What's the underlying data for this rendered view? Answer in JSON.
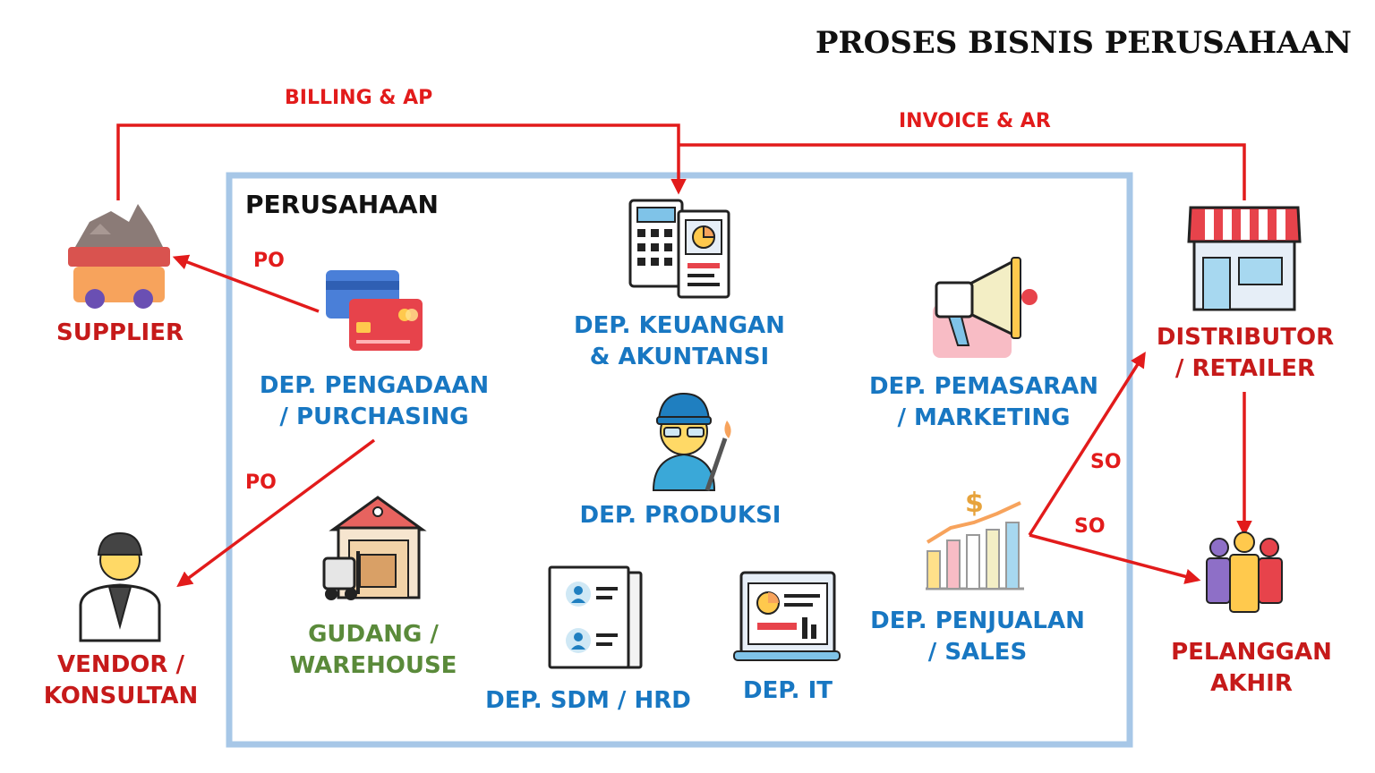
{
  "title": "PROSES BISNIS PERUSAHAAN",
  "company": {
    "label": "PERUSAHAAN"
  },
  "nodes": {
    "supplier": {
      "label": "SUPPLIER",
      "icon": "ore-cart-icon"
    },
    "vendor": {
      "line1": "VENDOR /",
      "line2": "KONSULTAN",
      "icon": "consultant-person-icon"
    },
    "distributor": {
      "line1": "DISTRIBUTOR",
      "line2": "/ RETAILER",
      "icon": "storefront-icon"
    },
    "customer": {
      "line1": "PELANGGAN",
      "line2": "AKHIR",
      "icon": "people-group-icon"
    },
    "purchasing": {
      "line1": "DEP. PENGADAAN",
      "line2": "/ PURCHASING",
      "icon": "credit-cards-icon"
    },
    "finance": {
      "line1": "DEP. KEUANGAN",
      "line2": "& AKUNTANSI",
      "icon": "calculator-report-icon"
    },
    "marketing": {
      "line1": "DEP. PEMASARAN",
      "line2": "/ MARKETING",
      "icon": "megaphone-icon"
    },
    "production": {
      "label": "DEP. PRODUKSI",
      "icon": "welder-worker-icon"
    },
    "warehouse": {
      "line1": "GUDANG /",
      "line2": "WAREHOUSE",
      "icon": "warehouse-forklift-icon"
    },
    "sales": {
      "line1": "DEP. PENJUALAN",
      "line2": "/ SALES",
      "icon": "growth-chart-icon"
    },
    "hrd": {
      "label": "DEP. SDM / HRD",
      "icon": "employee-documents-icon"
    },
    "it": {
      "label": "DEP. IT",
      "icon": "laptop-dashboard-icon"
    }
  },
  "edges": {
    "billing_ap": "BILLING & AP",
    "invoice_ar": "INVOICE & AR",
    "po_supplier": "PO",
    "po_vendor": "PO",
    "so_distributor": "SO",
    "so_customer": "SO"
  },
  "colors": {
    "arrow": "#e21b1b",
    "company_border": "#a7c7e7",
    "department_text": "#1877c2",
    "external_text": "#c61a1a",
    "warehouse_text": "#5a8a3a"
  }
}
